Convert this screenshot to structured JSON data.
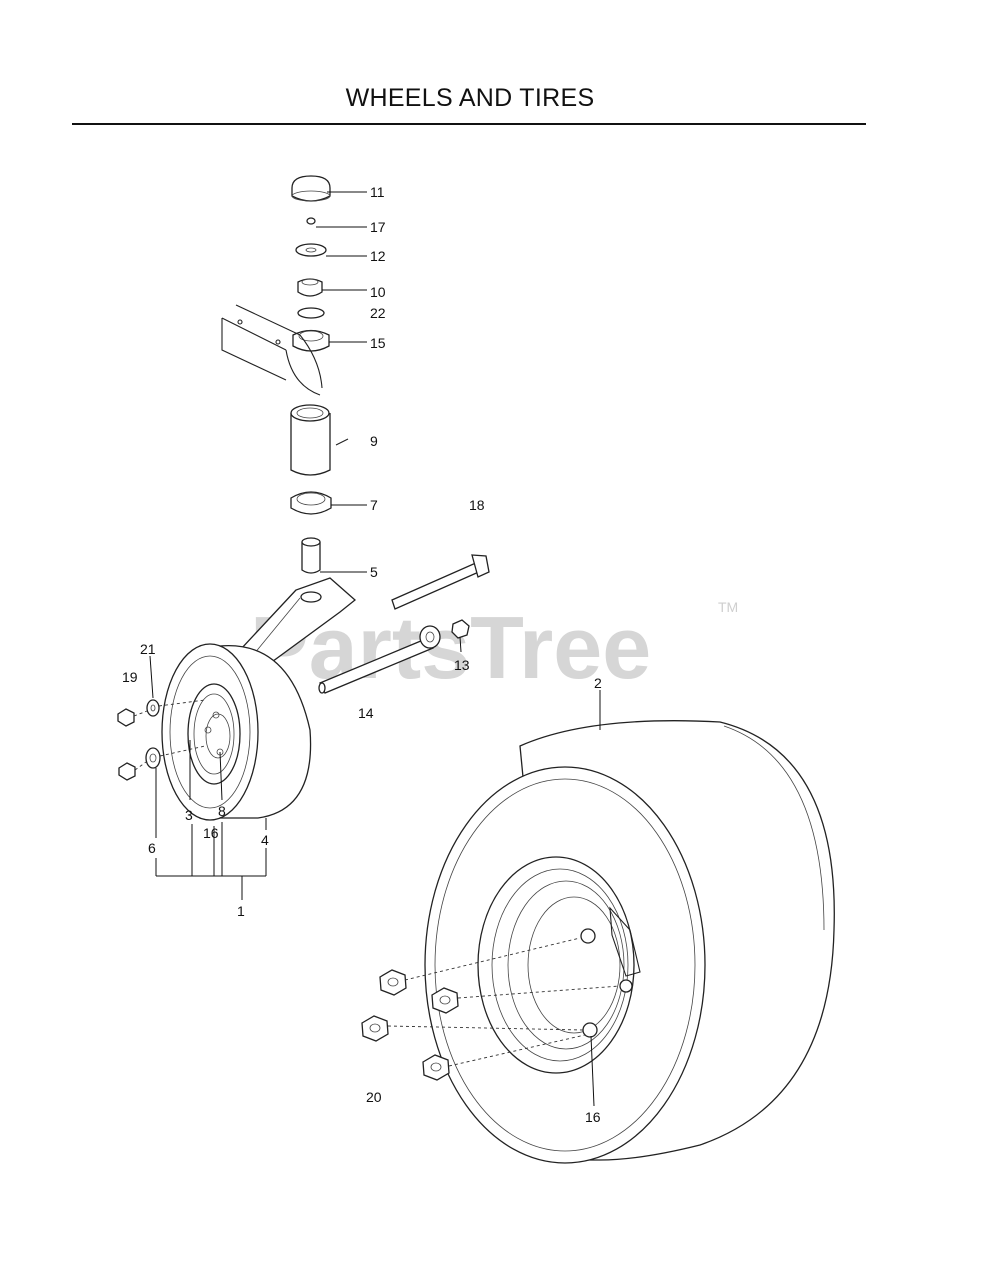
{
  "title": "WHEELS AND TIRES",
  "watermark": {
    "text": "PartsTree",
    "trademark": "TM"
  },
  "callouts": {
    "c11": "11",
    "c17": "17",
    "c12": "12",
    "c10": "10",
    "c22": "22",
    "c15": "15",
    "c9": "9",
    "c7": "7",
    "c18": "18",
    "c5": "5",
    "c13": "13",
    "c14": "14",
    "c21": "21",
    "c19": "19",
    "c2": "2",
    "c3": "3",
    "c8": "8",
    "c16a": "16",
    "c6": "6",
    "c4": "4",
    "c1": "1",
    "c20": "20",
    "c16b": "16"
  }
}
